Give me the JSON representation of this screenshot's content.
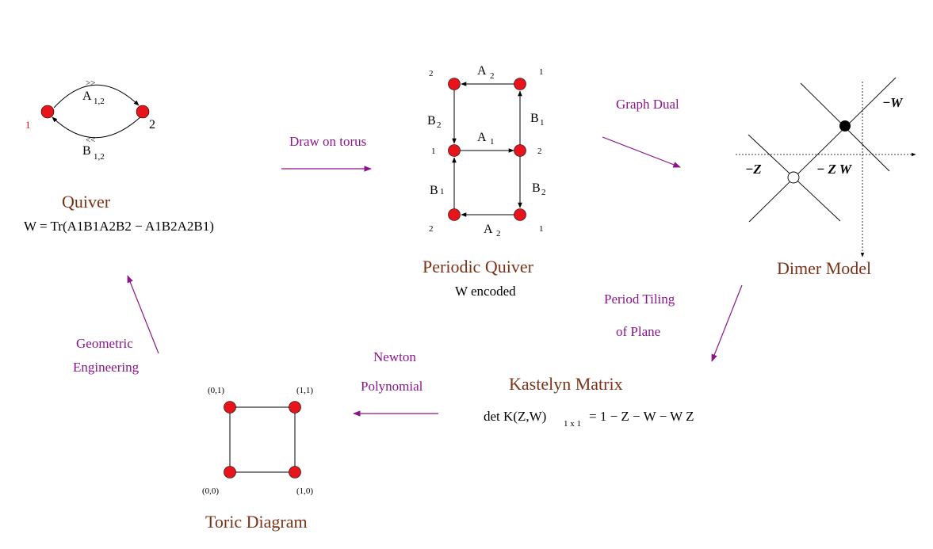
{
  "colors": {
    "title": "#7a3318",
    "arrow": "#8b168b",
    "node": "#e8141c",
    "edge": "#000000"
  },
  "quiver": {
    "title": "Quiver",
    "superpotential": "W = Tr(A1B1A2B2 − A1B2A2B1)",
    "node1": "1",
    "node2": "2",
    "edge_top": "A",
    "edge_top_sub": "1,2",
    "edge_top_marks": ">>",
    "edge_bottom": "B",
    "edge_bottom_sub": "1,2",
    "edge_bottom_marks": "<<"
  },
  "periodic_quiver": {
    "title": "Periodic Quiver",
    "subtitle": "W encoded",
    "A2_top": "A",
    "A2_top_sub": "2",
    "A1": "A",
    "A1_sub": "1",
    "A2_bottom": "A",
    "A2_bottom_sub": "2",
    "B2_left": "B",
    "B2_left_sub": "2",
    "B1_right": "B",
    "B1_right_sub": "1",
    "B1_left": "B",
    "B1_left_sub": "1",
    "B2_right": "B",
    "B2_right_sub": "2",
    "n_tl": "2",
    "n_tr": "1",
    "n_ml": "1",
    "n_mr": "2",
    "n_bl": "2",
    "n_br": "1"
  },
  "dimer": {
    "title": "Dimer Model",
    "label_W": "−W",
    "label_Z": "−Z",
    "label_ZW": "− Z W"
  },
  "kastelyn": {
    "title": "Kastelyn Matrix",
    "formula_left": "det K(Z,W)",
    "formula_sub": "1 x 1",
    "formula_right": "= 1 − Z − W − W Z"
  },
  "toric": {
    "title": "Toric Diagram",
    "p01": "(0,1)",
    "p11": "(1,1)",
    "p00": "(0,0)",
    "p10": "(1,0)"
  },
  "arrows": {
    "draw_on_torus": "Draw on torus",
    "graph_dual": "Graph Dual",
    "period_tiling_1": "Period Tiling",
    "period_tiling_2": "of Plane",
    "newton_1": "Newton",
    "newton_2": "Polynomial",
    "geometric_1": "Geometric",
    "geometric_2": "Engineering"
  }
}
